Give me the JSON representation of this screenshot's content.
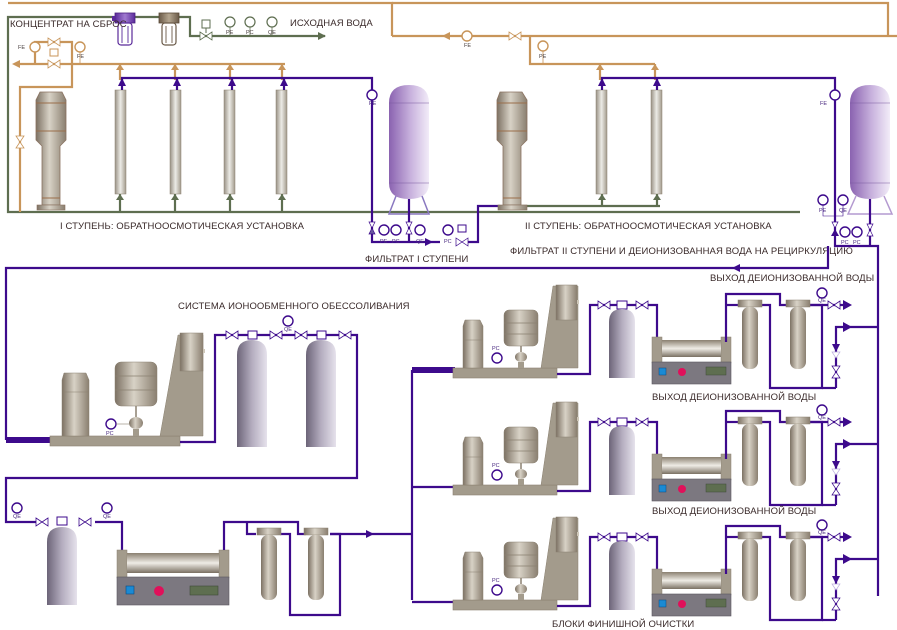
{
  "title": "Схема водоподготовки: обратный осмос, ионообменное обессоливание, финишная очистка",
  "colors": {
    "feed_water": "#5e6e50",
    "concentrate": "#c8955a",
    "permeate": "#3d0a8c",
    "tank": "#a98bc8",
    "equipment": "#a39b8c",
    "blue_button": "#1a8ad4",
    "red_button": "#e0105a",
    "display": "#5e6e50"
  },
  "labels": {
    "concentrate_drain": "КОНЦЕНТРАТ НА СБРОС",
    "source_water": "ИСХОДНАЯ ВОДА",
    "stage1": "I СТУПЕНЬ: ОБРАТНООСМОТИЧЕСКАЯ  УСТАНОВКА",
    "stage2": "II СТУПЕНЬ: ОБРАТНООСМОТИЧЕСКАЯ  УСТАНОВКА",
    "filtrate1": "ФИЛЬТРАТ  I  СТУПЕНИ",
    "recirculation": "ФИЛЬТРАТ II СТУПЕНИ  И   ДЕИОНИЗОВАННАЯ   ВОДА  НА  РЕЦИРКУЛЯЦИЮ",
    "ion_exchange": "СИСТЕМА  ИОНООБМЕННОГО  ОБЕССОЛИВАНИЯ",
    "deionized_out_1": "ВЫХОД  ДЕИОНИЗОВАННОЙ  ВОДЫ",
    "deionized_out_2": "ВЫХОД  ДЕИОНИЗОВАННОЙ  ВОДЫ",
    "deionized_out_3": "ВЫХОД  ДЕИОНИЗОВАННОЙ  ВОДЫ",
    "polishing_units": "БЛОКИ  ФИНИШНОЙ  ОЧИСТКИ"
  },
  "instruments": {
    "pe": "PE",
    "pc": "PC",
    "qe": "QE",
    "fe": "FE"
  }
}
